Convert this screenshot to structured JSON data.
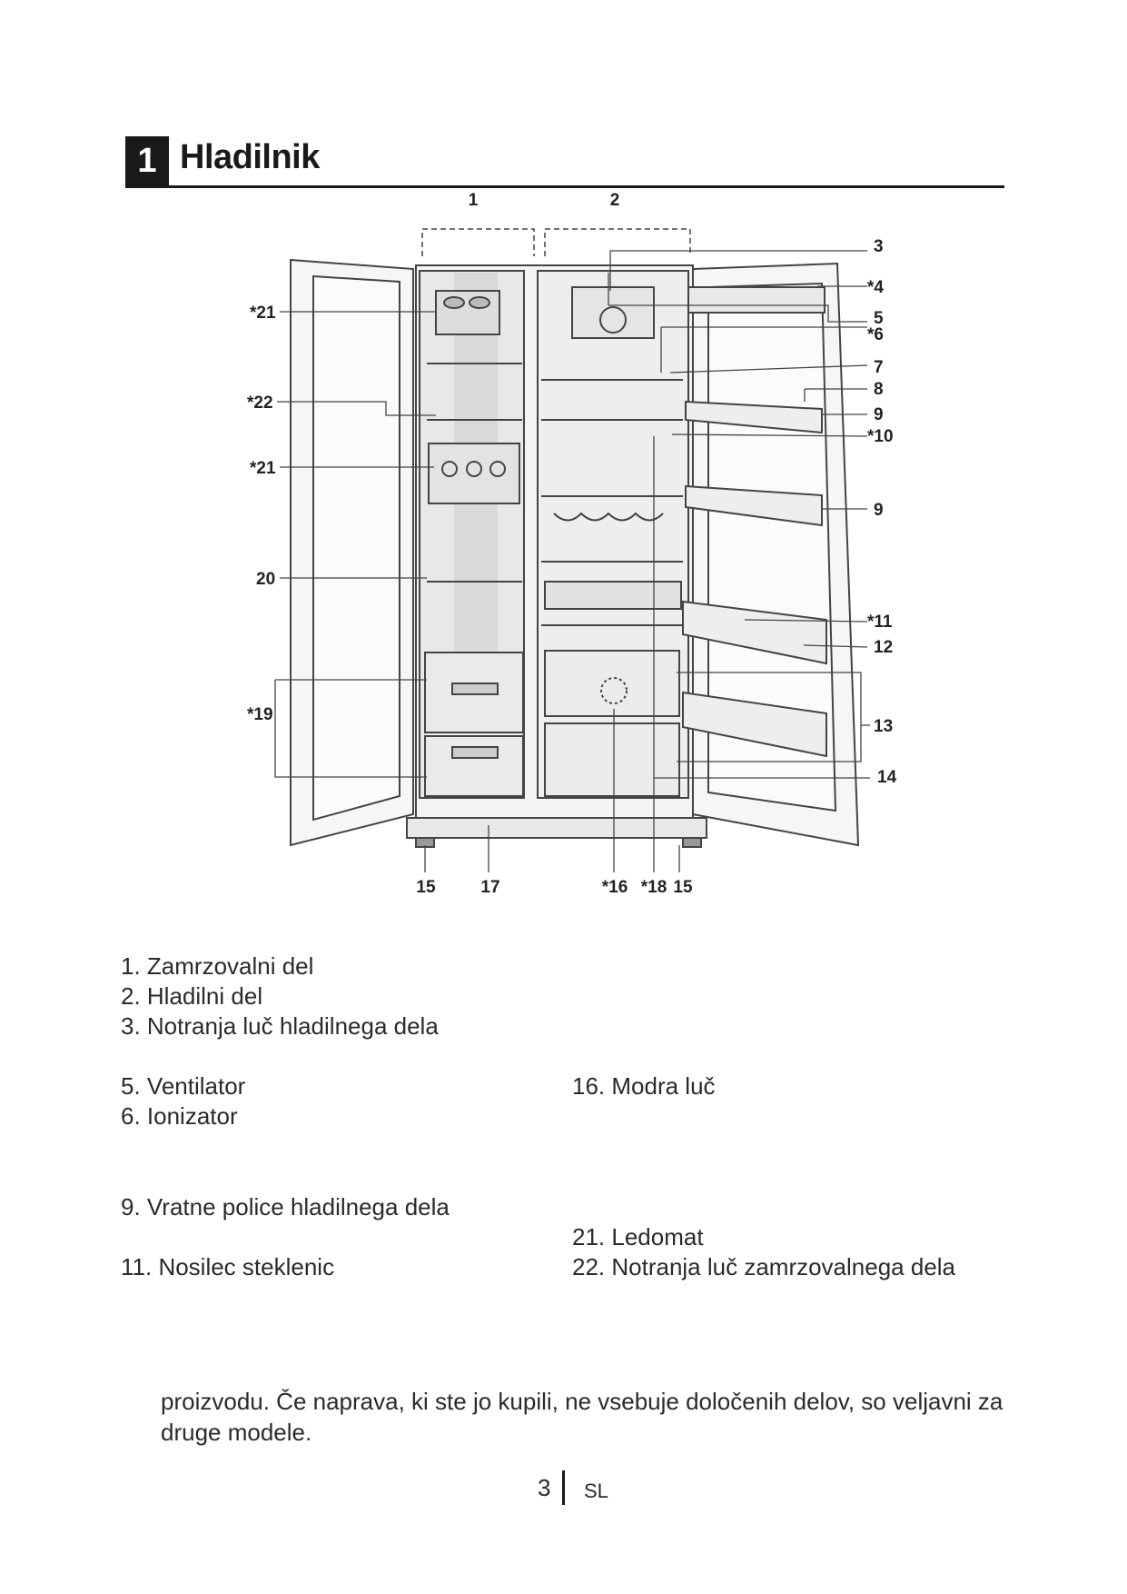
{
  "section": {
    "number": "1",
    "title": "Hladilnik"
  },
  "diagram_labels": {
    "l1": "1",
    "l2": "2",
    "l3": "3",
    "l4": "*4",
    "l5": "5",
    "l6": "*6",
    "l7": "7",
    "l8": "8",
    "l9a": "9",
    "l10": "*10",
    "l9b": "9",
    "l11": "*11",
    "l12": "12",
    "l13": "13",
    "l14": "14",
    "l15a": "15",
    "l17": "17",
    "l16": "*16",
    "l18": "*18",
    "l15b": "15",
    "l21a": "*21",
    "l22": "*22",
    "l21b": "*21",
    "l20": "20",
    "l19": "*19"
  },
  "legend": {
    "i1": "1. Zamrzovalni del",
    "i2": "2. Hladilni del",
    "i3": "3. Notranja luč hladilnega dela",
    "i5": "5. Ventilator",
    "i6": "6. Ionizator",
    "i9": "9. Vratne police hladilnega dela",
    "i11": "11. Nosilec steklenic",
    "i16": "16. Modra luč",
    "i21": "21. Ledomat",
    "i22": "22. Notranja luč zamrzovalnega dela"
  },
  "note": "proizvodu. Če naprava, ki ste jo kupili, ne vsebuje določenih delov, so veljavni za druge modele.",
  "footer": {
    "page": "3",
    "lang": "SL"
  }
}
